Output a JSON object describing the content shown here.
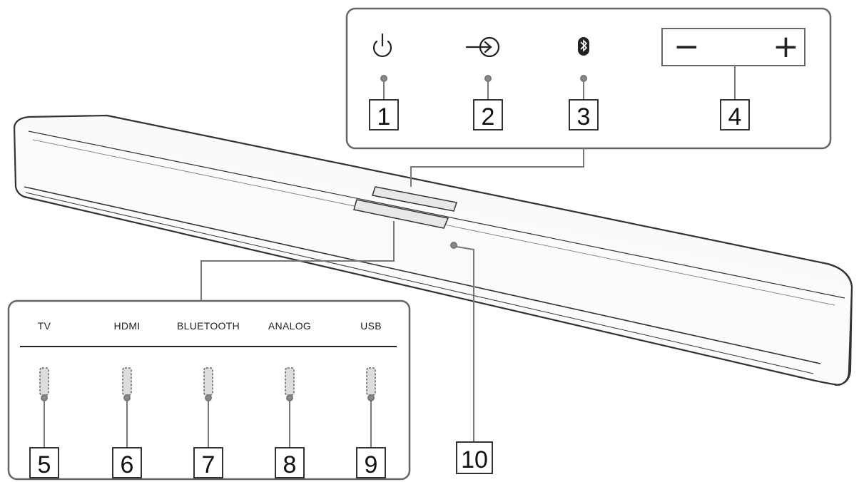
{
  "top_panel": {
    "icons": [
      "power-icon",
      "input-icon",
      "bluetooth-icon",
      "volume-minus-icon",
      "volume-plus-icon"
    ],
    "volume_minus_glyph": "−",
    "volume_plus_glyph": "+"
  },
  "callouts": {
    "n1": "1",
    "n2": "2",
    "n3": "3",
    "n4": "4",
    "n5": "5",
    "n6": "6",
    "n7": "7",
    "n8": "8",
    "n9": "9",
    "n10": "10"
  },
  "indicators": {
    "tv": "TV",
    "hdmi": "HDMI",
    "bluetooth": "BLUETOOTH",
    "analog": "ANALOG",
    "usb": "USB"
  }
}
